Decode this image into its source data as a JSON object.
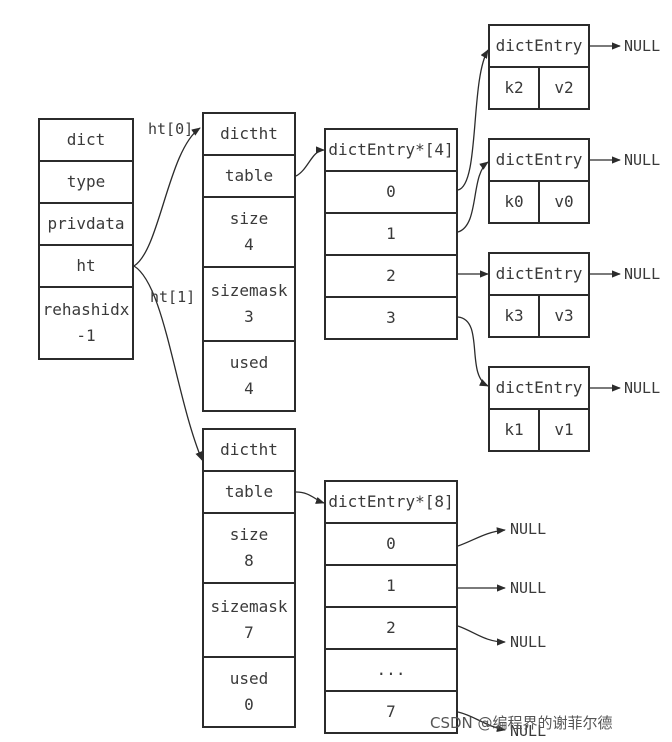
{
  "dict": {
    "cells": [
      "dict",
      "type",
      "privdata",
      "ht",
      "rehashidx\n-1"
    ]
  },
  "ht0_label": "ht[0]",
  "ht1_label": "ht[1]",
  "ht0": {
    "cells": [
      "dictht",
      "table",
      "size\n4",
      "sizemask\n3",
      "used\n4"
    ]
  },
  "ht1": {
    "cells": [
      "dictht",
      "table",
      "size\n8",
      "sizemask\n7",
      "used\n0"
    ]
  },
  "table4": {
    "title": "dictEntry*[4]",
    "cells": [
      "0",
      "1",
      "2",
      "3"
    ]
  },
  "table8": {
    "title": "dictEntry*[8]",
    "cells": [
      "0",
      "1",
      "2",
      "...",
      "7"
    ]
  },
  "entries": [
    {
      "title": "dictEntry",
      "key": "k2",
      "value": "v2",
      "next": "NULL"
    },
    {
      "title": "dictEntry",
      "key": "k0",
      "value": "v0",
      "next": "NULL"
    },
    {
      "title": "dictEntry",
      "key": "k3",
      "value": "v3",
      "next": "NULL"
    },
    {
      "title": "dictEntry",
      "key": "k1",
      "value": "v1",
      "next": "NULL"
    }
  ],
  "null_label": "NULL",
  "watermark": "CSDN @编程界的谢菲尔德"
}
